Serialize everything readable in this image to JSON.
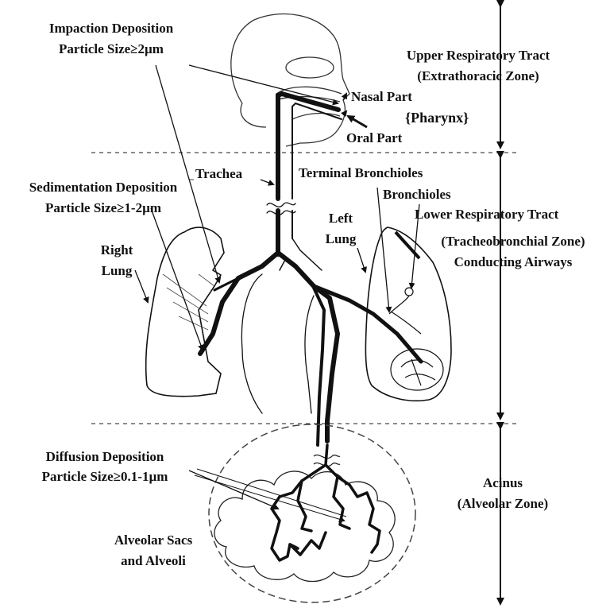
{
  "labels": {
    "impaction_title": "Impaction Deposition",
    "impaction_size": "Particle Size≥2µm",
    "upper_tract": "Upper Respiratory Tract",
    "upper_zone": "(Extrathoracic Zone)",
    "nasal_part": "Nasal Part",
    "pharynx": "{Pharynx}",
    "oral_part": "Oral Part",
    "trachea": "Trachea",
    "terminal_bronchioles": "Terminal Bronchioles",
    "bronchioles": "Bronchioles",
    "sedimentation_title": "Sedimentation Deposition",
    "sedimentation_size": "Particle Size≥1-2µm",
    "left_lung_1": "Left",
    "left_lung_2": "Lung",
    "lower_tract": "Lower Respiratory Tract",
    "lower_zone": "(Tracheobronchial Zone)",
    "conducting": "Conducting Airways",
    "right_lung_1": "Right",
    "right_lung_2": "Lung",
    "diffusion_title": "Diffusion Deposition",
    "diffusion_size": "Particle Size≥0.1-1µm",
    "acinus": "Acinus",
    "alveolar_zone": "(Alveolar Zone)",
    "alveolar_sacs_1": "Alveolar Sacs",
    "alveolar_sacs_2": "and Alveoli"
  },
  "colors": {
    "ink": "#111111",
    "dashed": "#666666",
    "background": "#ffffff"
  }
}
